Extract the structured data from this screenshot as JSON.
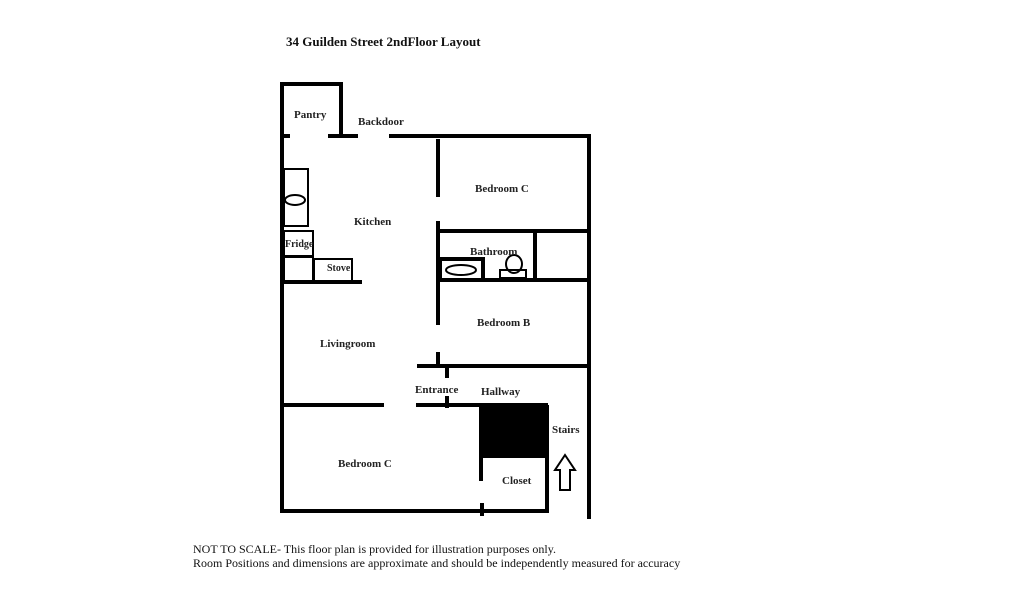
{
  "title": "34 Guilden Street 2ndFloor Layout",
  "rooms": {
    "pantry": "Pantry",
    "backdoor": "Backdoor",
    "kitchen": "Kitchen",
    "fridge": "Fridge",
    "stove": "Stove",
    "bedroom_c_top": "Bedroom C",
    "bathroom": "Bathroom",
    "bedroom_b": "Bedroom B",
    "livingroom": "Livingroom",
    "entrance": "Entrance",
    "hallway": "Hallway",
    "stairs": "Stairs",
    "bedroom_c_bottom": "Bedroom C",
    "closet": "Closet"
  },
  "disclaimer": {
    "line1": "NOT TO SCALE- This floor plan is provided for illustration purposes only.",
    "line2": "Room Positions and dimensions are approximate and should be independently measured for accuracy"
  }
}
